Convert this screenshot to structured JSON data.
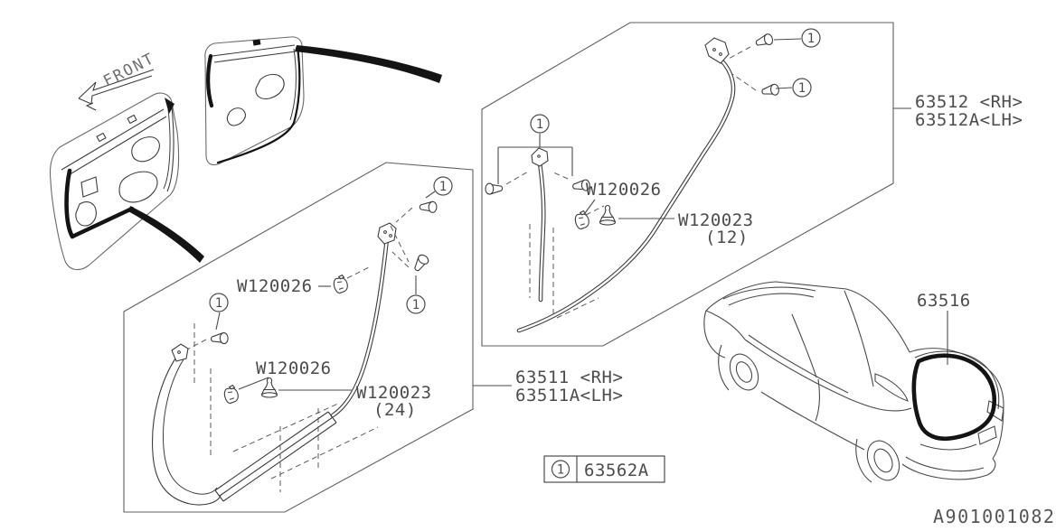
{
  "figure": {
    "front_label": "FRONT",
    "figure_code": "A901001082",
    "marker_symbol": "1",
    "legend": {
      "marker": "1",
      "part_number": "63562A"
    },
    "parts": {
      "front_door_strip_rh": "63511 <RH>",
      "front_door_strip_lh": "63511A<LH>",
      "rear_door_strip_rh": "63512 <RH>",
      "rear_door_strip_lh": "63512A<LH>",
      "rear_gate_strip": "63516"
    },
    "clips": {
      "clip_grommet": "W120026",
      "clip_pin": "W120023",
      "front_qty": "(24)",
      "rear_qty": "(12)"
    }
  }
}
